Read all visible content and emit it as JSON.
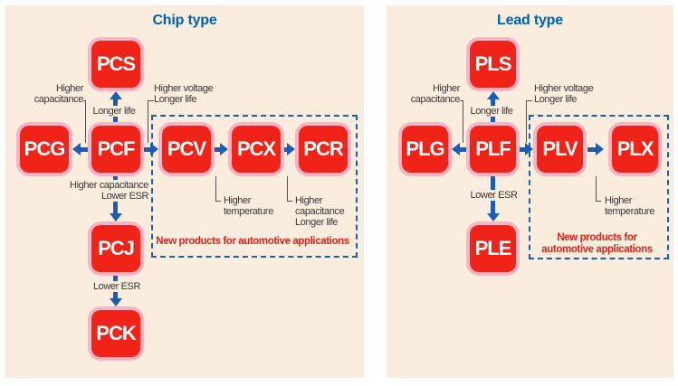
{
  "colors": {
    "panel_background": "#FAEDDE",
    "node_fill_red": "#EF2318",
    "node_ring_pink": "#F8B3C5",
    "arrow_blue": "#1A5DB2",
    "title_blue": "#0060AE",
    "note_red": "#D8251C",
    "label_text": "#3A3536"
  },
  "chip": {
    "title": "Chip type",
    "nodes": {
      "pcs": "PCS",
      "pcg": "PCG",
      "pcf": "PCF",
      "pcv": "PCV",
      "pcx": "PCX",
      "pcr": "PCR",
      "pcj": "PCJ",
      "pck": "PCK"
    },
    "labels": {
      "higher_capacitance": "Higher\ncapacitance",
      "longer_life": "Longer life",
      "higher_voltage_longer_life": "Higher voltage\nLonger life",
      "higher_capacitance_lower_esr": "Higher capacitance\nLower ESR",
      "lower_esr": "Lower ESR",
      "higher_temperature": "Higher\ntemperature",
      "higher_capacitance_longer_life": "Higher\ncapacitance\nLonger life",
      "note": "New products for automotive applications"
    }
  },
  "lead": {
    "title": "Lead type",
    "nodes": {
      "pls": "PLS",
      "plg": "PLG",
      "plf": "PLF",
      "plv": "PLV",
      "plx": "PLX",
      "ple": "PLE"
    },
    "labels": {
      "higher_capacitance": "Higher\ncapacitance",
      "longer_life": "Longer life",
      "higher_voltage_longer_life": "Higher voltage\nLonger life",
      "lower_esr": "Lower ESR",
      "higher_temperature": "Higher\ntemperature",
      "note": "New products for\nautomotive applications"
    }
  }
}
